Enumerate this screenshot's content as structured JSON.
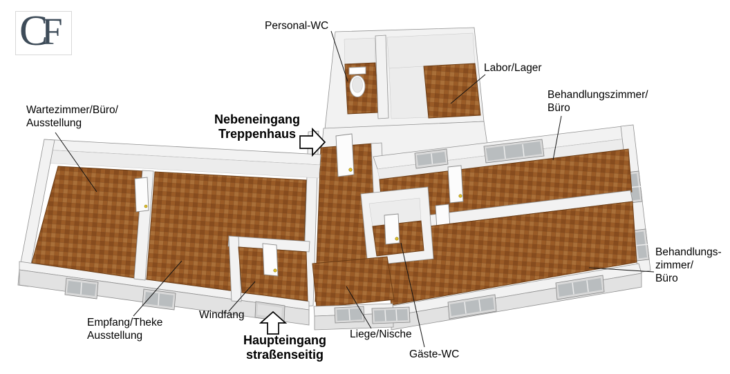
{
  "logo": {
    "letter_c": "C",
    "letter_f": "F"
  },
  "labels": {
    "personal_wc": "Personal-WC",
    "labor_lager": "Labor/Lager",
    "behandlungszimmer_buero_top": "Behandlungszimmer/\nBüro",
    "wartezimmer_buero_ausstellung": "Wartezimmer/Büro/\nAusstellung",
    "nebeneingang_treppenhaus": "Nebeneingang\nTreppenhaus",
    "behandlungszimmer_buero_right": "Behandlungs-\nzimmer/\nBüro",
    "empfang_theke_ausstellung": "Empfang/Theke\nAusstellung",
    "windfang": "Windfang",
    "haupteingang_strassenseitig": "Haupteingang\nstraßenseitig",
    "liege_nische": "Liege/Nische",
    "gaeste_wc": "Gäste-WC"
  },
  "colors": {
    "floor": "#9a5b26",
    "floor_dark": "#874c1e",
    "floor_light": "#a96f38",
    "wall": "#f2f2f2",
    "outline": "#8f8f8f",
    "door_handle": "#e3c32a",
    "logo_color": "#3e4c59"
  }
}
